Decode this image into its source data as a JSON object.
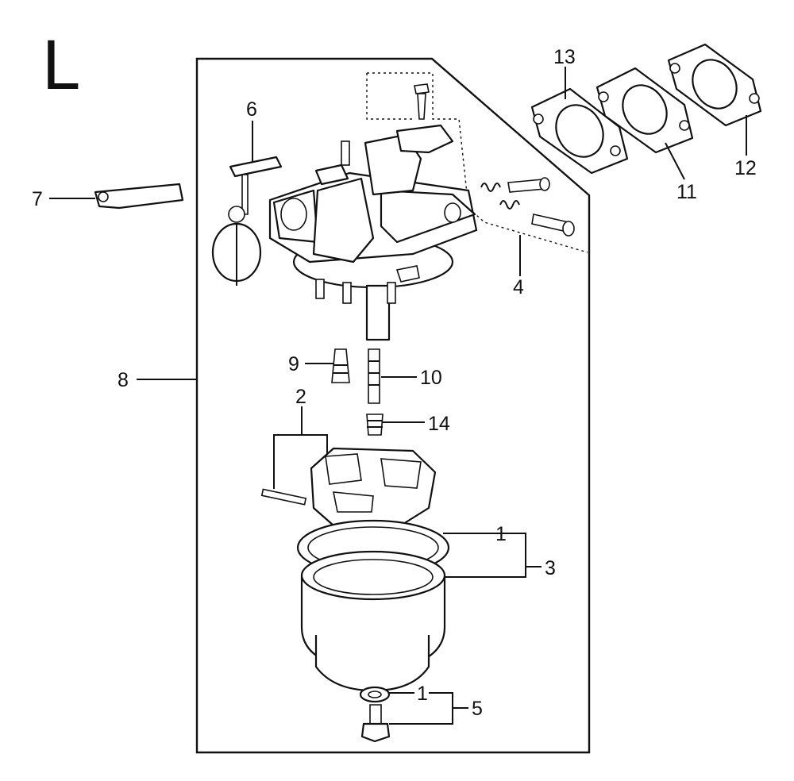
{
  "diagram": {
    "section_letter": "L",
    "callouts": {
      "c1a": "1",
      "c1b": "1",
      "c2": "2",
      "c3": "3",
      "c4": "4",
      "c5": "5",
      "c6": "6",
      "c7": "7",
      "c8": "8",
      "c9": "9",
      "c10": "10",
      "c11": "11",
      "c12": "12",
      "c13": "13",
      "c14": "14"
    }
  }
}
